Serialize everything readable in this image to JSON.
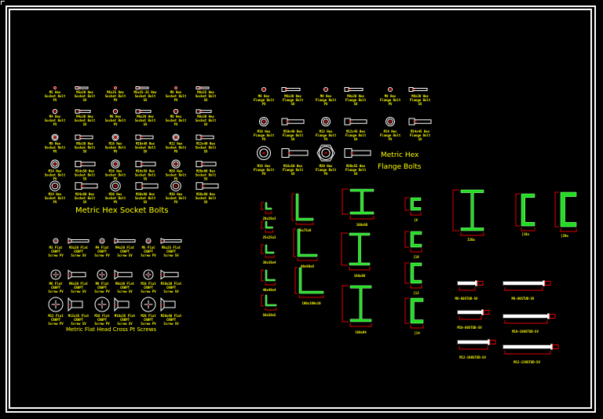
{
  "drawing": {
    "background": "#000000",
    "frame_color": "#ffffff",
    "label_color": "#ffff00",
    "dimension_color": "#e00000",
    "section_fill_color": "#22dd22"
  },
  "socket_bolts": {
    "title": "Metric Hex Socket Bolts",
    "items": [
      {
        "l1": "M5 Hex",
        "l2": "Socket Bolt",
        "l3": "PV"
      },
      {
        "l1": "M5x20 Hex",
        "l2": "Socket Bolt",
        "l3": "SV"
      },
      {
        "l1": "M5x25 Hex",
        "l2": "Socket Bolt",
        "l3": "PV"
      },
      {
        "l1": "M5x25-35 Hex",
        "l2": "Socket Bolt",
        "l3": "SV"
      },
      {
        "l1": "M8 Hex",
        "l2": "Socket Bolt",
        "l3": "PV"
      },
      {
        "l1": "M8x25 Hex",
        "l2": "Socket Bolt",
        "l3": "SV"
      },
      {
        "l1": "M4 Hex",
        "l2": "Socket Bolt",
        "l3": "PV"
      },
      {
        "l1": "M4x30 Hex",
        "l2": "Socket Bolt",
        "l3": "SV"
      },
      {
        "l1": "M6 Hex",
        "l2": "Socket Bolt",
        "l3": "PV"
      },
      {
        "l1": "M6x20 Hex",
        "l2": "Socket Bolt",
        "l3": "SV"
      },
      {
        "l1": "M8 Hex",
        "l2": "Socket Bolt",
        "l3": "PV"
      },
      {
        "l1": "M8x30 Hex",
        "l2": "Socket Bolt",
        "l3": "SV"
      },
      {
        "l1": "M8 Hex",
        "l2": "Socket Bolt",
        "l3": "PV"
      },
      {
        "l1": "M8x30 Hex",
        "l2": "Socket Bolt",
        "l3": "SV"
      },
      {
        "l1": "M10 Hex",
        "l2": "Socket Bolt",
        "l3": "PV"
      },
      {
        "l1": "M10x40 Hex",
        "l2": "Socket Bolt",
        "l3": "SV"
      },
      {
        "l1": "M12 Hex",
        "l2": "Socket Bolt",
        "l3": "PV"
      },
      {
        "l1": "M12x40 Hex",
        "l2": "Socket Bolt",
        "l3": "SV"
      },
      {
        "l1": "M14 Hex",
        "l2": "Socket Bolt",
        "l3": "PV"
      },
      {
        "l1": "M14x50 Hex",
        "l2": "Socket Bolt",
        "l3": "SV"
      },
      {
        "l1": "M16 Hex",
        "l2": "Socket Bolt",
        "l3": "PV"
      },
      {
        "l1": "M16x50 Hex",
        "l2": "Socket Bolt",
        "l3": "SV"
      },
      {
        "l1": "M20 Hex",
        "l2": "Socket Bolt",
        "l3": "PV"
      },
      {
        "l1": "M20x60 Hex",
        "l2": "Socket Bolt",
        "l3": "SV"
      },
      {
        "l1": "M24 Hex",
        "l2": "Socket Bolt",
        "l3": "PV"
      },
      {
        "l1": "M24x60 Hex",
        "l2": "Socket Bolt",
        "l3": "SV"
      },
      {
        "l1": "M30 Hex",
        "l2": "Socket Bolt",
        "l3": "PV"
      },
      {
        "l1": "M30x80 Hex",
        "l2": "Socket Bolt",
        "l3": "SV"
      },
      {
        "l1": "M36 Hex",
        "l2": "Socket Bolt",
        "l3": "PV"
      },
      {
        "l1": "M36x80 Hex",
        "l2": "Socket Bolt",
        "l3": "SV"
      }
    ]
  },
  "flange_bolts": {
    "title_line1": "Metric Hex",
    "title_line2": "Flange Bolts",
    "items": [
      {
        "l1": "M6 Hex",
        "l2": "Flange Bolt",
        "l3": "PV"
      },
      {
        "l1": "M6x30 Hex",
        "l2": "Flange Bolt",
        "l3": "SV"
      },
      {
        "l1": "M8 Hex",
        "l2": "Flange Bolt",
        "l3": "PV"
      },
      {
        "l1": "M8x30 Hex",
        "l2": "Flange Bolt",
        "l3": "SV"
      },
      {
        "l1": "M8 Hex",
        "l2": "Flange Bolt",
        "l3": "PV"
      },
      {
        "l1": "M8x30 Hex",
        "l2": "Flange Bolt",
        "l3": "SV"
      },
      {
        "l1": "M10 Hex",
        "l2": "Flange Bolt",
        "l3": "PV"
      },
      {
        "l1": "M10x40 Hex",
        "l2": "Flange Bolt",
        "l3": "SV"
      },
      {
        "l1": "M12 Hex",
        "l2": "Flange Bolt",
        "l3": "PV"
      },
      {
        "l1": "M12x45 Hex",
        "l2": "Flange Bolt",
        "l3": "SV"
      },
      {
        "l1": "M14 Hex",
        "l2": "Flange Bolt",
        "l3": "PV"
      },
      {
        "l1": "M14x45 Hex",
        "l2": "Flange Bolt",
        "l3": "SV"
      },
      {
        "l1": "M16 Hex",
        "l2": "Flange Bolt",
        "l3": "PV"
      },
      {
        "l1": "M16x50 Hex",
        "l2": "Flange Bolt",
        "l3": "SV"
      },
      {
        "l1": "M20 Hex",
        "l2": "Flange Bolt",
        "l3": "PV"
      },
      {
        "l1": "M20x55 Hex",
        "l2": "Flange Bolt",
        "l3": "SV"
      }
    ]
  },
  "flat_head_screws": {
    "title": "Metric Flat Head Cross Pt Screws",
    "items": [
      {
        "l1": "M3 Flat",
        "l2": "CRHPT",
        "l3": "Screw PV"
      },
      {
        "l1": "M3x20 Flat",
        "l2": "CRHPT",
        "l3": "Screw SV"
      },
      {
        "l1": "M4 Flat",
        "l2": "CRHPT",
        "l3": "Screw PV"
      },
      {
        "l1": "M4x20 Flat",
        "l2": "CRHPT",
        "l3": "Screw SV"
      },
      {
        "l1": "M5 Flat",
        "l2": "CRHPT",
        "l3": "Screw PV"
      },
      {
        "l1": "M5x25 Flat",
        "l2": "CRHPT",
        "l3": "Screw SV"
      },
      {
        "l1": "M6 Flat",
        "l2": "CRHPT",
        "l3": "Screw PV"
      },
      {
        "l1": "M6x30 Flat",
        "l2": "CRHPT",
        "l3": "Screw SV"
      },
      {
        "l1": "M8 Flat",
        "l2": "CRHPT",
        "l3": "Screw PV"
      },
      {
        "l1": "M8x30 Flat",
        "l2": "CRHPT",
        "l3": "Screw SV"
      },
      {
        "l1": "M10 Flat",
        "l2": "CRHPT",
        "l3": "Screw PV"
      },
      {
        "l1": "M10x30 Flat",
        "l2": "CRHPT",
        "l3": "Screw SV"
      },
      {
        "l1": "M12 Flat",
        "l2": "CRHPT",
        "l3": "Screw PV"
      },
      {
        "l1": "M12x35 Flat",
        "l2": "CRHPT",
        "l3": "Screw SV"
      },
      {
        "l1": "M16 Flat",
        "l2": "CRHPT",
        "l3": "Screw PV"
      },
      {
        "l1": "M16x35 Flat",
        "l2": "CRHPT",
        "l3": "Screw SV"
      },
      {
        "l1": "M20 Flat",
        "l2": "CRHPT",
        "l3": "Screw PV"
      },
      {
        "l1": "M20x40 Flat",
        "l2": "CRHPT",
        "l3": "Screw SV"
      }
    ]
  },
  "steel_sections": {
    "small_angles": [
      "20x20x3",
      "25x25x3",
      "30x30x4",
      "40x40x4",
      "50x50x5"
    ],
    "large_angles": [
      "75x75x8",
      "90x90x8",
      "100x100x10"
    ],
    "i_beams": [
      "100x68",
      "160x88",
      "180x94"
    ],
    "channels": [
      "[8",
      "[10",
      "[12",
      "[14"
    ],
    "large_i_beam": "I20a",
    "large_channels": [
      "[18a",
      "[20a"
    ]
  },
  "studs": {
    "items": [
      "M8-60STUD-SV",
      "M10-80STUD-SV",
      "M12-100STUD-SV",
      "M8-80STUD-SV",
      "M10-100STUD-SV",
      "M12-120STUD-SV"
    ]
  }
}
